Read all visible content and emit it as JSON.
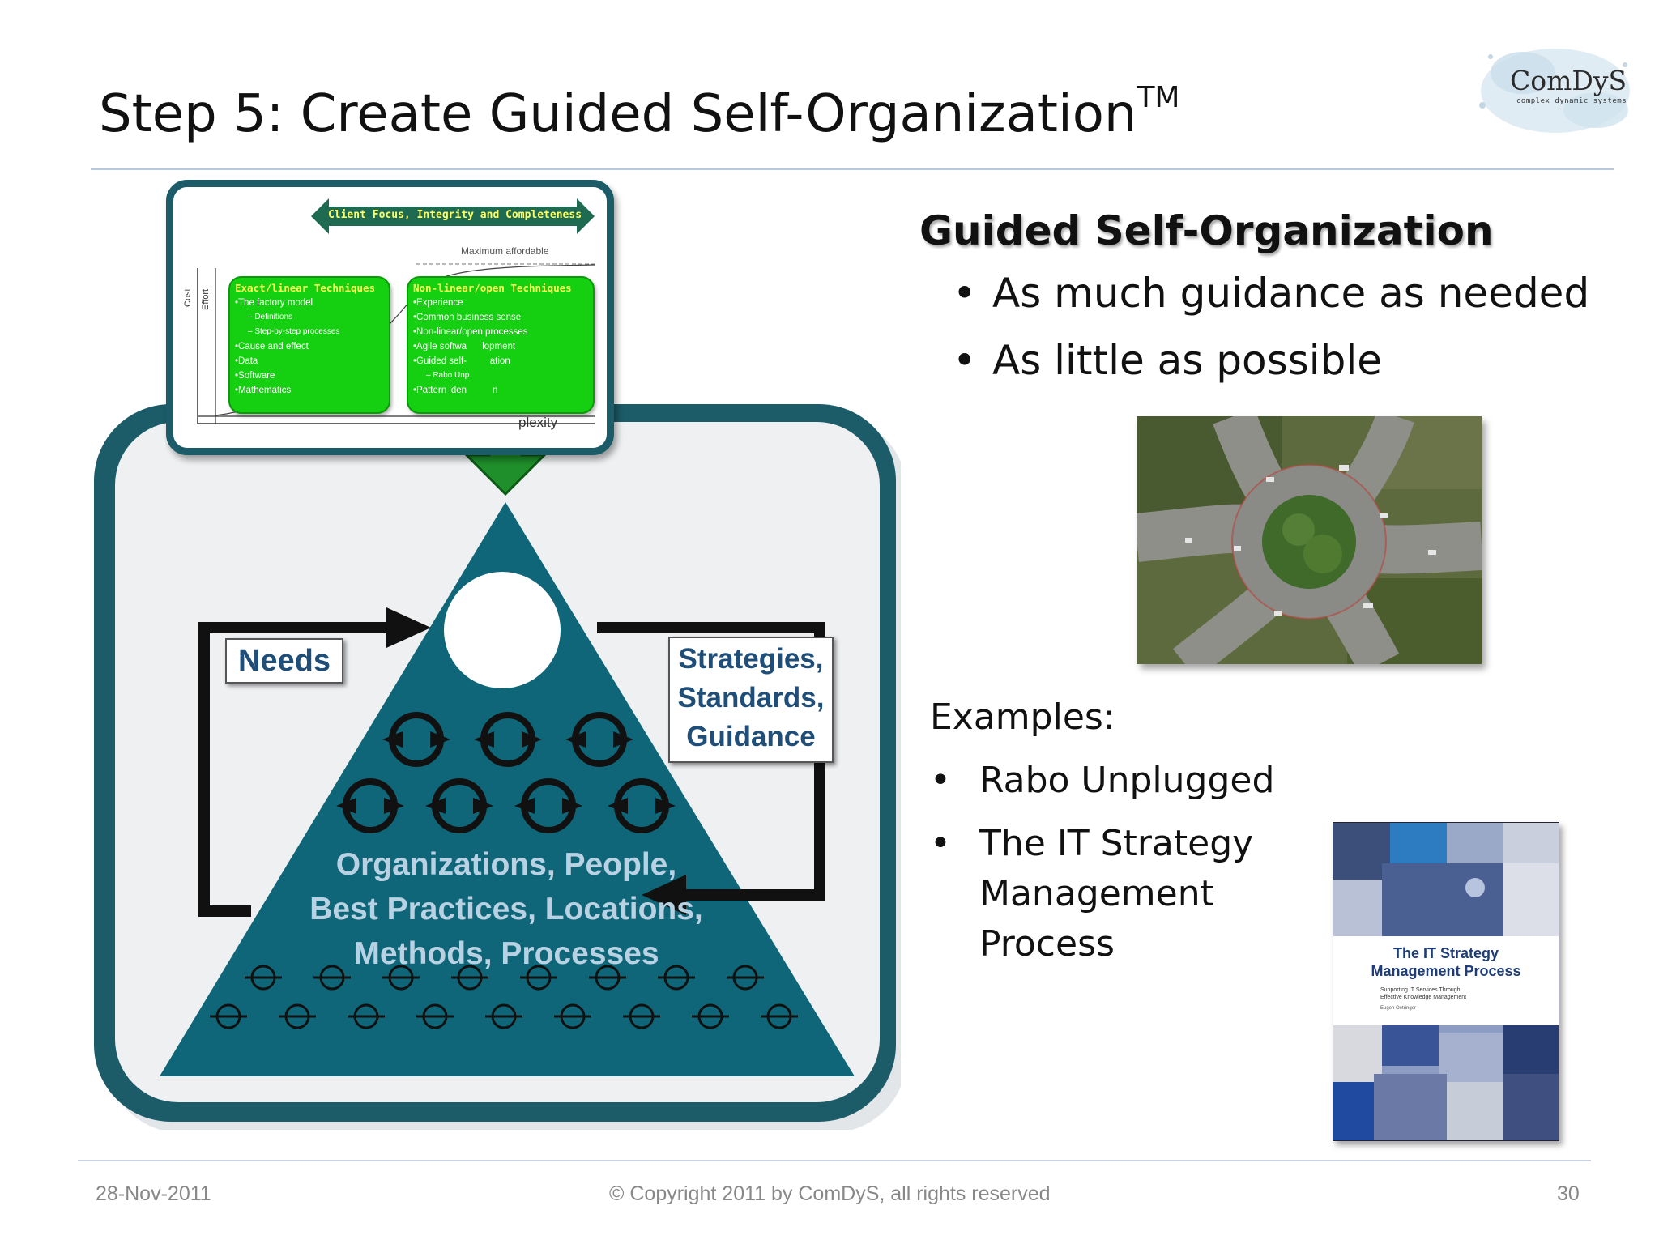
{
  "slide": {
    "title_main": "Step 5: Create Guided Self-Organization",
    "title_sup": "TM",
    "logo": {
      "name": "ComDyS",
      "tagline": "complex dynamic systems"
    }
  },
  "right": {
    "heading": "Guided Self-Organization",
    "bullets": [
      "As much guidance as needed",
      "As little as possible"
    ],
    "photo": {
      "icon": "roundabout-aerial-photo"
    },
    "examples_label": "Examples:",
    "examples": [
      {
        "lines": [
          "Rabo Unplugged"
        ]
      },
      {
        "lines": [
          "The IT Strategy",
          "Management",
          "Process"
        ]
      }
    ],
    "book": {
      "title_lines": [
        "The IT Strategy",
        "Management Process"
      ],
      "subtitle_lines": [
        "Supporting IT Services Through",
        "Effective Knowledge Management"
      ],
      "author": "Eugen Oetringer"
    }
  },
  "diagram": {
    "needs_label": "Needs",
    "strategies_lines": [
      "Strategies,",
      "Standards,",
      "Guidance"
    ],
    "pyramid_lines": [
      "Organizations, People,",
      "Best Practices, Locations,",
      "Methods, Processes"
    ],
    "inset": {
      "banner": "Client Focus, Integrity and Completeness",
      "max_affordable": "Maximum affordable",
      "axis_cost": "Cost",
      "axis_effort": "Effort",
      "axis_complexity": "plexity",
      "box_left": {
        "title": "Exact/linear Techniques",
        "items": [
          {
            "text": "•The factory model",
            "sub": false
          },
          {
            "text": "– Definitions",
            "sub": true
          },
          {
            "text": "– Step-by-step processes",
            "sub": true
          },
          {
            "text": "•Cause and effect",
            "sub": false
          },
          {
            "text": "•Data",
            "sub": false
          },
          {
            "text": "•Software",
            "sub": false
          },
          {
            "text": "•Mathematics",
            "sub": false
          }
        ]
      },
      "box_right": {
        "title": "Non-linear/open Techniques",
        "items": [
          {
            "text": "•Experience",
            "sub": false
          },
          {
            "text": "•Common business sense",
            "sub": false
          },
          {
            "text": "•Non-linear/open processes",
            "sub": false
          },
          {
            "text": "•Agile softwa      lopment",
            "sub": false
          },
          {
            "text": "•Guided self-         ation",
            "sub": false
          },
          {
            "text": "– Rabo Unp",
            "sub": true
          },
          {
            "text": "•Pattern iden          n",
            "sub": false
          }
        ]
      }
    }
  },
  "footer": {
    "date": "28-Nov-2011",
    "copyright": "© Copyright 2011 by ComDyS, all rights reserved",
    "page_number": "30"
  },
  "colors": {
    "teal": "#0f6678",
    "teal_dark": "#1b5c68",
    "panel_bg": "#eef0f2",
    "green": "#15d010",
    "label_blue": "#1f4e79",
    "pyramid_text": "#b8d2e3"
  }
}
